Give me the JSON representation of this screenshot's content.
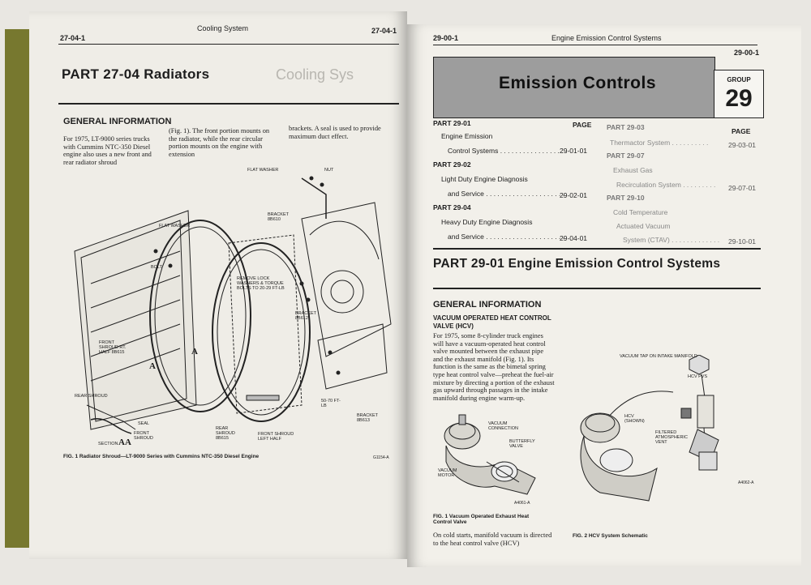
{
  "left_page": {
    "page_num_left": "27-04-1",
    "running_head": "Cooling System",
    "page_num_right": "27-04-1",
    "part_title": "PART 27-04 Radiators",
    "section_heading": "GENERAL INFORMATION",
    "body_col1": "For 1975, LT-9000 series trucks with Cummins NTC-350 Diesel engine also uses a new front and rear radiator shroud",
    "body_col2": "(Fig. 1). The front portion mounts on the radiator, while the rear circular portion mounts on the engine with extension",
    "body_col3": "brackets. A seal is used to provide maximum duct effect.",
    "labels": {
      "flat_washer_top": "FLAT WASHER",
      "nut": "NUT",
      "bracket_8b610": "BRACKET 8B610",
      "flat_washer": "FLAT WASHER",
      "bolt": "BOLT",
      "remove_lock": "REMOVE LOCK WASHERS & TORQUE BOLTS TO 20-29 FT-LB",
      "bracket_8b612": "BRACKET 8B612",
      "front_shroud_rt": "FRONT SHROUD RT. HALF 8B615",
      "rear_shroud": "REAR SHROUD",
      "seal": "SEAL",
      "front_shroud_small": "FRONT SHROUD",
      "section_aa": "SECTION",
      "section_letters": "AA",
      "a_mark": "A",
      "rear_shroud_8b615": "REAR SHROUD 8B615",
      "front_shroud_left": "FRONT SHROUD LEFT HALF",
      "torque_50_70": "50-70 FT-LB",
      "bracket_8b613": "BRACKET 8B613",
      "fig_code": "G1154-A"
    },
    "caption": "FIG. 1 Radiator Shroud—LT-9000 Series with Cummins NTC-350 Diesel Engine"
  },
  "right_page": {
    "page_num_left": "29-00-1",
    "running_head": "Engine Emission Control Systems",
    "page_num_right": "29-00-1",
    "banner_title": "Emission Controls",
    "group_label": "GROUP",
    "group_number": "29",
    "toc_left": [
      {
        "kind": "part",
        "text": "PART 29-01",
        "page": "PAGE"
      },
      {
        "kind": "item",
        "text": "Engine Emission",
        "page": ""
      },
      {
        "kind": "item",
        "text": "Control Systems . . . . . . . . . . . . . . . . . .",
        "page": "29-01-01"
      },
      {
        "kind": "part",
        "text": "PART 29-02",
        "page": ""
      },
      {
        "kind": "item",
        "text": "Light Duty Engine Diagnosis",
        "page": ""
      },
      {
        "kind": "item",
        "text": "and Service . . . . . . . . . . . . . . . . . . . . .",
        "page": "29-02-01"
      },
      {
        "kind": "part",
        "text": "PART 29-04",
        "page": ""
      },
      {
        "kind": "item",
        "text": "Heavy Duty Engine Diagnosis",
        "page": ""
      },
      {
        "kind": "item",
        "text": "and Service . . . . . . . . . . . . . . . . . . . . .",
        "page": "29-04-01"
      }
    ],
    "toc_right": [
      {
        "kind": "part",
        "text": "PART 29-03",
        "page": "PAGE"
      },
      {
        "kind": "item",
        "text": "Thermactor System . . . . . . . . . .",
        "page": "29-03-01"
      },
      {
        "kind": "part",
        "text": "PART 29-07",
        "page": ""
      },
      {
        "kind": "item",
        "text": "Exhaust Gas",
        "page": ""
      },
      {
        "kind": "item",
        "text": "Recirculation System . . . . . . . . .",
        "page": "29-07-01"
      },
      {
        "kind": "part",
        "text": "PART 29-10",
        "page": ""
      },
      {
        "kind": "item",
        "text": "Cold Temperature",
        "page": ""
      },
      {
        "kind": "item",
        "text": "Actuated Vacuum",
        "page": ""
      },
      {
        "kind": "item",
        "text": "System (CTAV) . . . . . . . . . . . . .",
        "page": "29-10-01"
      }
    ],
    "part_title": "PART 29-01 Engine Emission Control Systems",
    "section_heading": "GENERAL INFORMATION",
    "sub_heading": "VACUUM OPERATED HEAT CONTROL VALVE (HCV)",
    "body": "For 1975, some 8-cylinder truck engines will have a vacuum-operated heat control valve mounted between the exhaust pipe and the exhaust manifold (Fig. 1). Its function is the same as the bimetal spring type heat control valve—preheat the fuel-air mixture by directing a portion of the exhaust gas upward through passages in the intake manifold during engine warm-up.",
    "body2": "On cold starts, manifold vacuum is directed to the heat control valve (HCV)",
    "fig1_labels": {
      "vac_conn": "VACUUM CONNECTION",
      "butterfly": "BUTTERFLY VALVE",
      "vac_motor": "VACUUM MOTOR",
      "code": "A4061-A"
    },
    "fig1_caption": "FIG. 1 Vacuum Operated Exhaust Heat Control Valve",
    "fig2_labels": {
      "vac_tap": "VACUUM TAP ON INTAKE MANIFOLD",
      "hcv_pvs": "HCV PVS",
      "hcv_shown": "HCV (SHOWN)",
      "filtered": "FILTERED ATMOSPHERIC VENT",
      "code": "A4062-A"
    },
    "fig2_caption": "FIG. 2 HCV System Schematic"
  }
}
